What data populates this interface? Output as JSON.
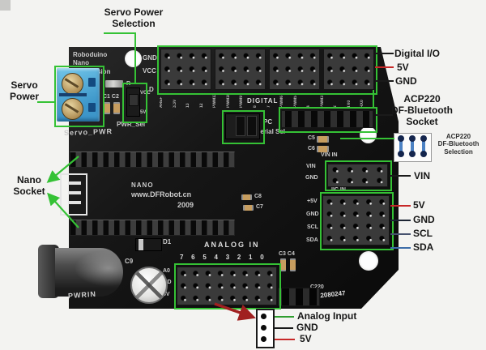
{
  "annotations": {
    "servo_power_selection": {
      "line1": "Servo Power",
      "line2": "Selection"
    },
    "servo_power": {
      "line1": "Servo",
      "line2": "Power"
    },
    "nano_socket": {
      "line1": "Nano",
      "line2": "Socket"
    },
    "digital_io": "Digital I/O",
    "top_5v": "5V",
    "top_gnd": "GND",
    "bt_socket": {
      "line1": "ACP220",
      "line2": "DF-Bluetooth",
      "line3": "Socket"
    },
    "bt_selection": {
      "line1": "ACP220",
      "line2": "DF-Bluetooth",
      "line3": "Selection"
    },
    "vin": "VIN",
    "right_5v": "5V",
    "right_gnd": "GND",
    "right_scl": "SCL",
    "right_sda": "SDA",
    "legend_analog_input": "Analog Input",
    "legend_gnd": "GND",
    "legend_5v": "5V"
  },
  "silkscreen": {
    "title1": "Roboduino",
    "title2": "Nano",
    "title3": "Expansion",
    "gnd": "GND",
    "vcc": "VCC",
    "r": "R",
    "d": "D",
    "c1c2": "C1 C2",
    "jmp_vcc": "VCC",
    "jmp_5v": "5V",
    "pwr_sel": "PWR_Sel",
    "servo_pwr": "Servo_PWR",
    "digital": "DIGITAL",
    "digital_pin_labels": [
      "AREF",
      "3.3V",
      "13",
      "12",
      "PWM11",
      "PWM10",
      "PWM9",
      "8",
      "7",
      "PWM6",
      "PWM5",
      "4",
      "PWM3",
      "2",
      "TX0",
      "RX0"
    ],
    "pc": "PC",
    "serial_sel": "Serial Sel",
    "nano": "NANO",
    "site": "www.DFRobot.cn",
    "year": "2009",
    "c8": "C8",
    "c7": "C7",
    "d1": "D1",
    "analog_in": "ANALOG IN",
    "analog_pins": "7 6 5 4 3 2 1 0",
    "a0": "A0",
    "row_gnd": "GND",
    "row_5v": "5V",
    "c9": "C9",
    "pwrin": "PWRIN",
    "c3c4": "C3 C4",
    "c220": "C220",
    "serial_no": "12080247",
    "c5": "C5",
    "c6": "C6",
    "vin_in": "VIN IN",
    "vin": "VIN",
    "vin_gnd": "GND",
    "iic_in": "IIC IN",
    "iic_5v": "+5V",
    "iic_gnd": "GND",
    "iic_scl": "SCL",
    "iic_sda": "SDA"
  },
  "colors": {
    "callout_green": "#35c235",
    "line_red": "#c72828",
    "arrow_dark_red": "#a02020",
    "line_black": "#1a1a1a",
    "line_gnd_navy": "#1c2433",
    "line_scl": "#46526e",
    "line_sda": "#3c6ca8",
    "terminal_blue": "#49a8dc"
  }
}
